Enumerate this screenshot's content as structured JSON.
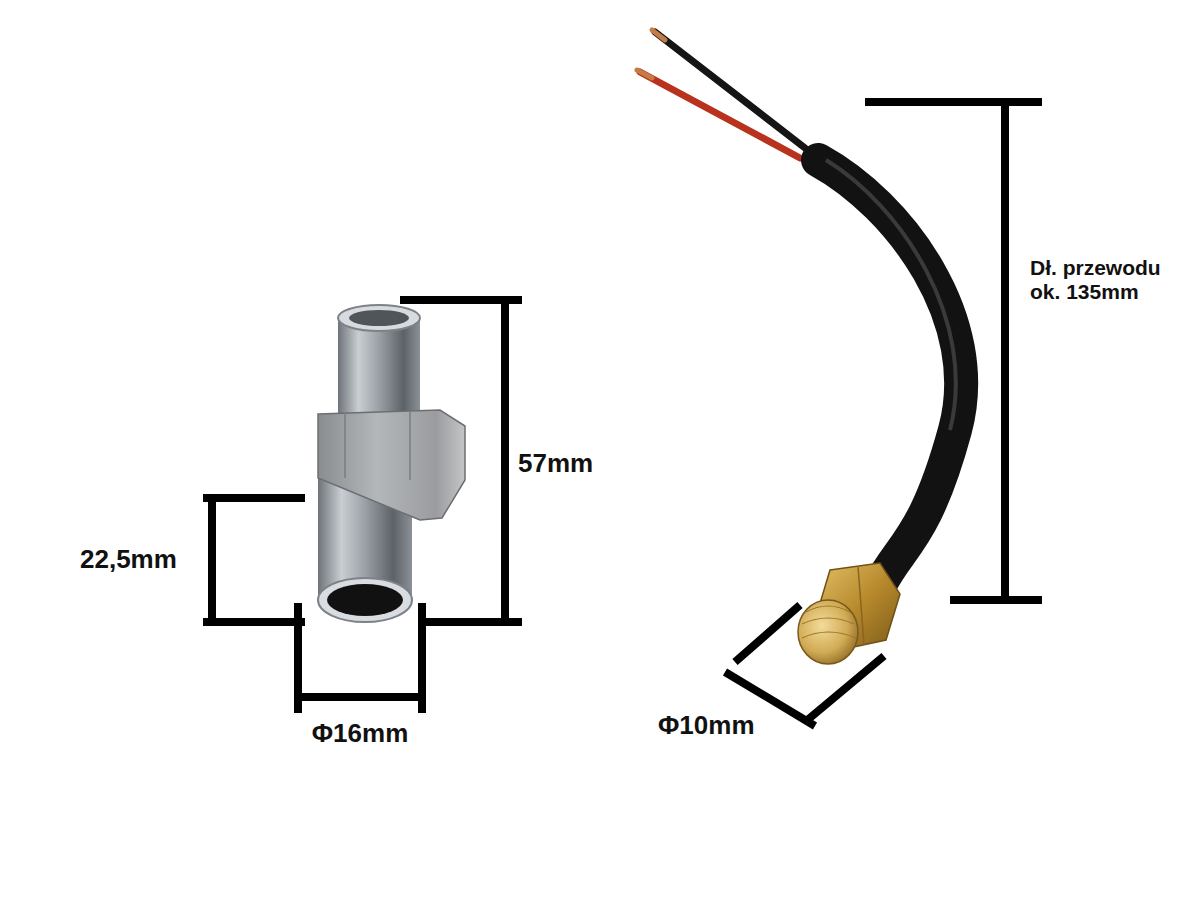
{
  "diagram": {
    "labels": [
      "57mm",
      "22,5mm",
      "Φ16mm",
      "Φ10mm",
      "Dł. przewodu ok. 135mm"
    ]
  }
}
